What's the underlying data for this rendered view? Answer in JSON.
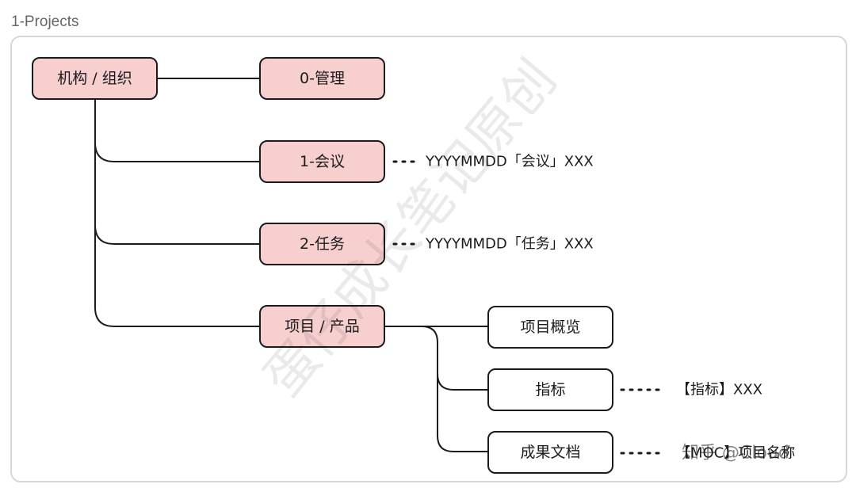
{
  "page_title": "1-Projects",
  "colors": {
    "node_pink_fill": "#f8cfcf",
    "node_white_fill": "#ffffff",
    "stroke": "#1b1b1b"
  },
  "nodes": {
    "org": "机构 / 组织",
    "management": "0-管理",
    "meeting": "1-会议",
    "task": "2-任务",
    "project": "项目 / 产品",
    "overview": "项目概览",
    "metrics": "指标",
    "deliverables": "成果文档"
  },
  "annotations": {
    "meeting": "YYYYMMDD「会议」XXX",
    "task": "YYYYMMDD「任务」XXX",
    "metrics": "【指标】XXX",
    "deliverables": "【MOC】项目名称"
  },
  "watermarks": {
    "diagonal": "蛋仔成长笔记原创",
    "corner": "知乎 @Cloud"
  }
}
